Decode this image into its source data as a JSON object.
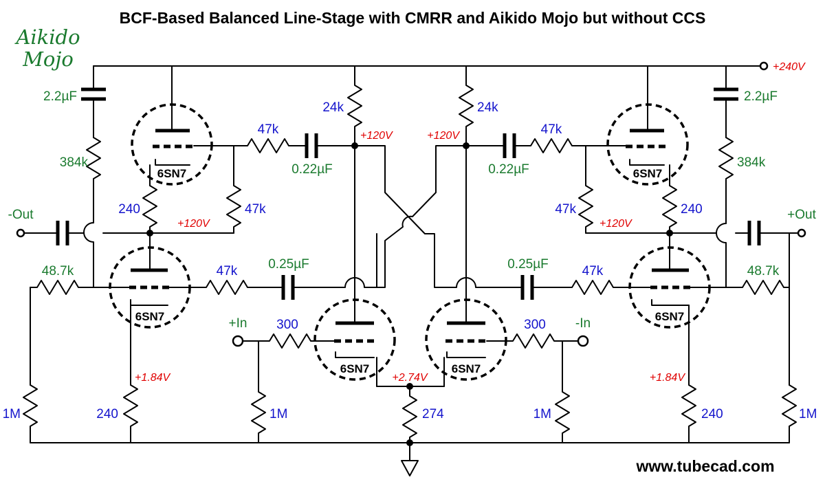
{
  "title": "BCF-Based Balanced Line-Stage with CMRR and Aikido Mojo but without CCS",
  "logo": {
    "line1": "Aikido",
    "line2": "Mojo"
  },
  "website": "www.tubecad.com",
  "supply": {
    "label": "+240V"
  },
  "tube_type": "6SN7",
  "ports": {
    "left_out": "-Out",
    "right_out": "+Out",
    "left_in": "+In",
    "right_in": "-In"
  },
  "resistors": {
    "anode_load_l": "24k",
    "anode_load_r": "24k",
    "series_top_l": "47k",
    "series_top_r": "47k",
    "series_mid_l": "47k",
    "series_mid_r": "47k",
    "grid_mojo_l": "47k",
    "grid_mojo_r": "47k",
    "cathode_top_l": "240",
    "cathode_top_r": "240",
    "bootstrap_l": "384k",
    "bootstrap_r": "384k",
    "feedback_l": "48.7k",
    "feedback_r": "48.7k",
    "grid_stop_l": "300",
    "grid_stop_r": "300",
    "cathode_bot_l": "240",
    "cathode_bot_r": "240",
    "leak_in_l": "1M",
    "leak_in_r": "1M",
    "leak_out_l": "1M",
    "leak_out_r": "1M",
    "tail": "274"
  },
  "capacitors": {
    "boot_l": "2.2µF",
    "boot_r": "2.2µF",
    "coup_top_l": "0.22µF",
    "coup_top_r": "0.22µF",
    "coup_mid_l": "0.25µF",
    "coup_mid_r": "0.25µF"
  },
  "voltages": {
    "anode_l": "+120V",
    "anode_r": "+120V",
    "mid_l": "+120V",
    "mid_r": "+120V",
    "cathode_l": "+1.84V",
    "cathode_r": "+1.84V",
    "tail": "+2.74V"
  },
  "colors": {
    "resistor_label": "#1414cc",
    "capacitor_label": "#1a7a2e",
    "voltage_label": "#e00000",
    "logo": "#1a7a2e"
  }
}
